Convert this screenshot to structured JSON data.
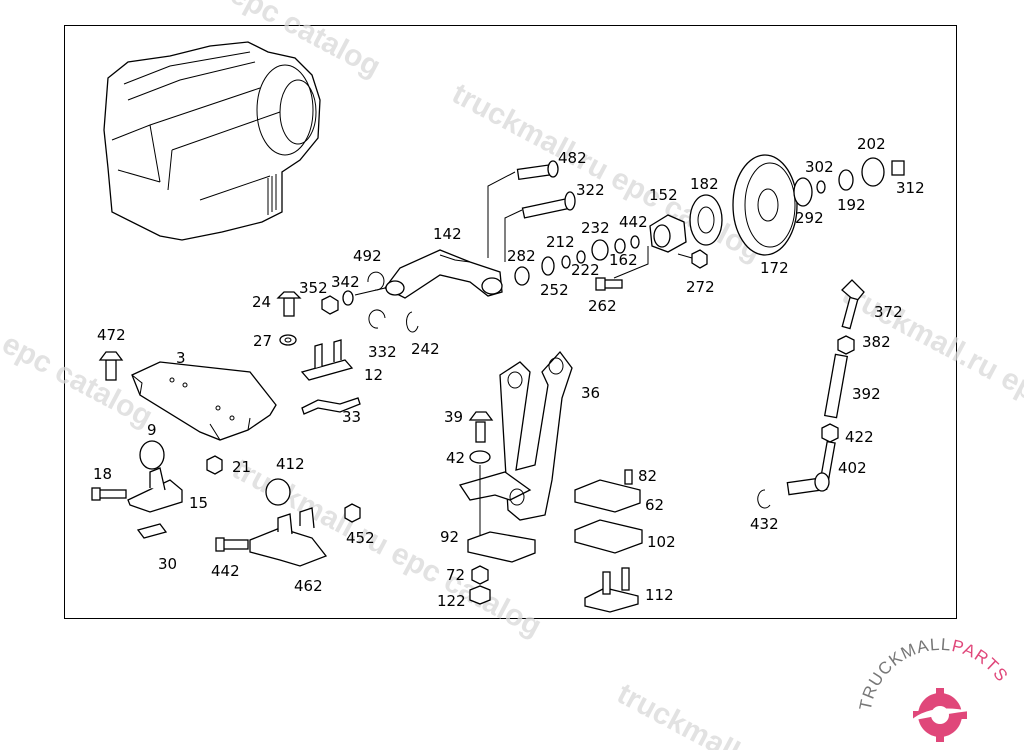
{
  "watermark": {
    "text": "truckmall.ru epc catalog",
    "short": "truckmall.ru",
    "tail": "epc catalog",
    "color": "#d9d9d9"
  },
  "logo": {
    "word_a": "TRUCKMALL",
    "word_b": "PARTS",
    "color_a": "#777777",
    "color_b": "#e0477a"
  },
  "labels": {
    "p482": "482",
    "p322": "322",
    "p152": "152",
    "p182": "182",
    "p202": "202",
    "p302": "302",
    "p312": "312",
    "p192": "192",
    "p292": "292",
    "p172": "172",
    "p442a": "442",
    "p232": "232",
    "p212": "212",
    "p222": "222",
    "p162": "162",
    "p142": "142",
    "p282": "282",
    "p252": "252",
    "p262": "262",
    "p272": "272",
    "p492": "492",
    "p342": "342",
    "p352": "352",
    "p24": "24",
    "p27": "27",
    "p332": "332",
    "p242": "242",
    "p12": "12",
    "p33": "33",
    "p472": "472",
    "p3": "3",
    "p9": "9",
    "p18": "18",
    "p21": "21",
    "p15": "15",
    "p412": "412",
    "p30": "30",
    "p442b": "442",
    "p452": "452",
    "p462": "462",
    "p36": "36",
    "p39": "39",
    "p42": "42",
    "p82": "82",
    "p62": "62",
    "p92": "92",
    "p102": "102",
    "p72": "72",
    "p122": "122",
    "p112": "112",
    "p372": "372",
    "p382": "382",
    "p392": "392",
    "p422": "422",
    "p402": "402",
    "p432": "432"
  }
}
